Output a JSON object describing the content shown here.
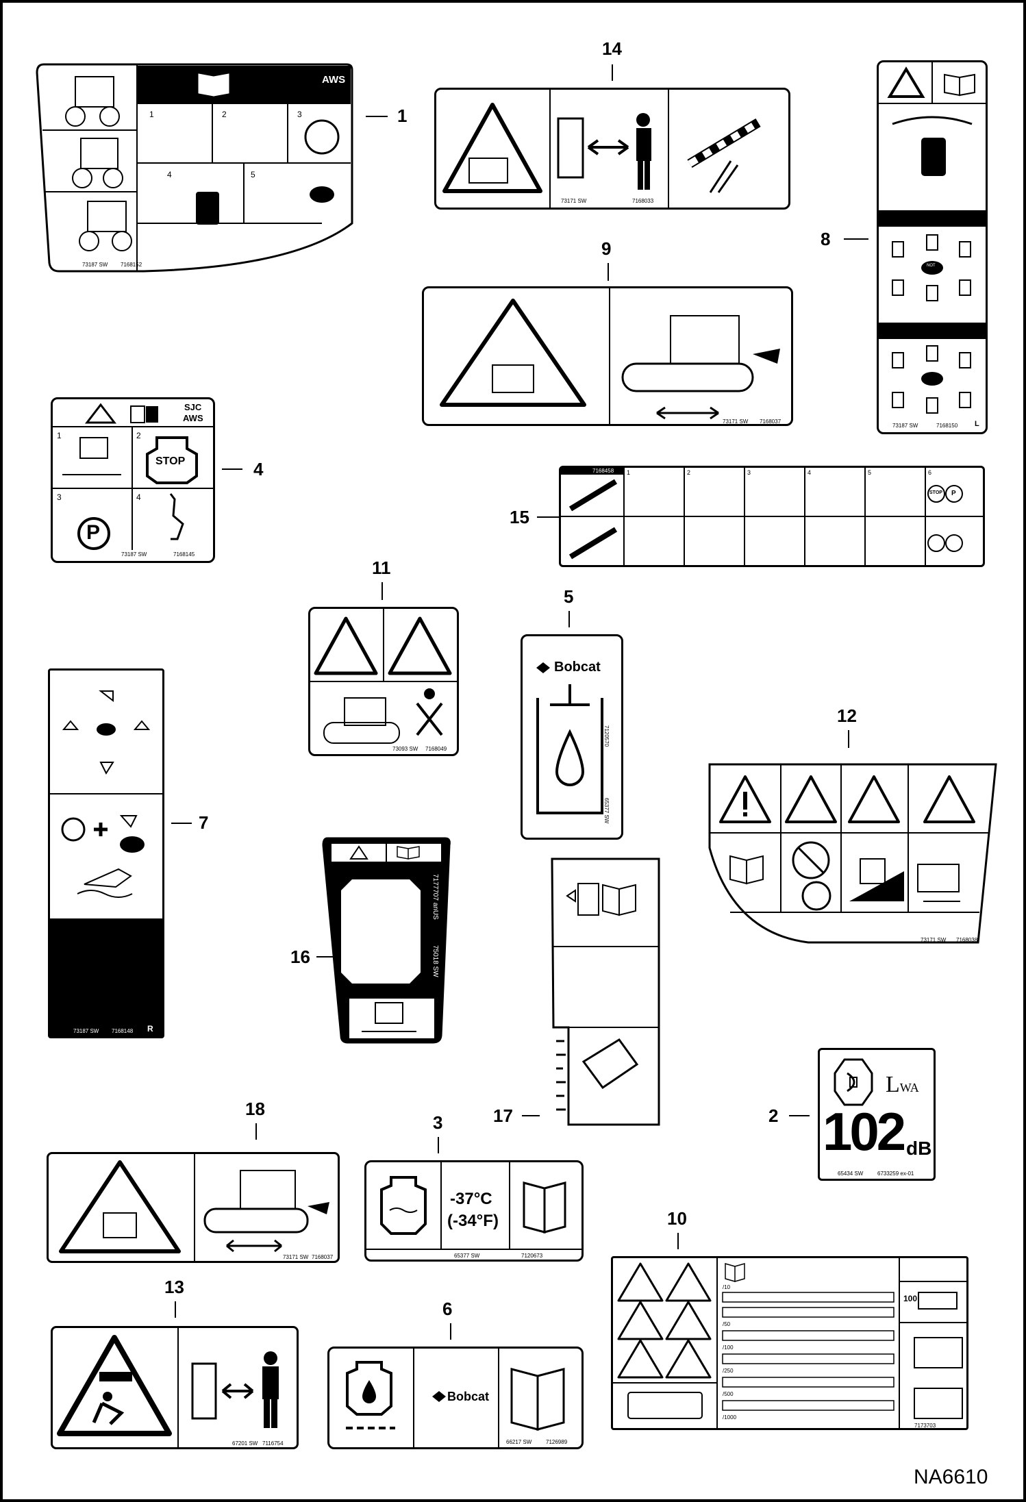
{
  "figure_id": "NA6610",
  "callouts": [
    "1",
    "2",
    "3",
    "4",
    "5",
    "6",
    "7",
    "8",
    "9",
    "10",
    "11",
    "12",
    "13",
    "14",
    "15",
    "16",
    "17",
    "18"
  ],
  "decal1": {
    "tag": "AWS",
    "steps": [
      "1",
      "2",
      "3",
      "4",
      "5"
    ],
    "code": "73187 SW",
    "part": "7168152"
  },
  "decal2": {
    "lwa": "L",
    "lwa_sub": "WA",
    "value": "102",
    "unit": "dB",
    "code": "65434 SW",
    "part": "6733259 ex-01"
  },
  "decal3": {
    "temp_c": "-37°C",
    "temp_f": "(-34°F)",
    "code": "65377 SW",
    "part": "7120673"
  },
  "decal4": {
    "tag_line1": "SJC",
    "tag_line2": "AWS",
    "stop": "STOP",
    "park": "P",
    "steps": [
      "1",
      "2",
      "3",
      "4"
    ],
    "code": "73187 SW",
    "part": "7168145"
  },
  "decal5": {
    "brand": "Bobcat",
    "side_top": "7120570",
    "side_bottom": "65377 SW"
  },
  "decal6": {
    "brand": "Bobcat",
    "code": "66217 SW",
    "part": "7126989"
  },
  "decal7": {
    "tag": "R",
    "code": "73187 SW",
    "part": "7168148"
  },
  "decal8": {
    "tag": "L",
    "code": "73187 SW",
    "part": "7168150",
    "center_label": "NOT"
  },
  "decal9": {
    "code": "73171 SW",
    "part": "7168037"
  },
  "decal10": {
    "intervals": [
      "/10",
      "/50",
      "/100",
      "/250",
      "/500",
      "/1000"
    ],
    "hours": "100",
    "part": "7173703"
  },
  "decal11": {
    "code": "73093 SW",
    "part": "7168049"
  },
  "decal12": {
    "code": "73171 SW",
    "part": "7168038"
  },
  "decal13": {
    "code": "67201 SW",
    "part": "7116754"
  },
  "decal14": {
    "code": "73171 SW",
    "part": "7168033"
  },
  "decal15": {
    "part": "7168458",
    "steps": [
      "1",
      "2",
      "3",
      "4",
      "5",
      "6"
    ],
    "stop": "STOP",
    "park": "P"
  },
  "decal16": {
    "side_top": "7177707 anUS",
    "side_bottom": "75018 SW"
  },
  "decal18": {
    "code": "73171 SW",
    "part": "7168037"
  }
}
